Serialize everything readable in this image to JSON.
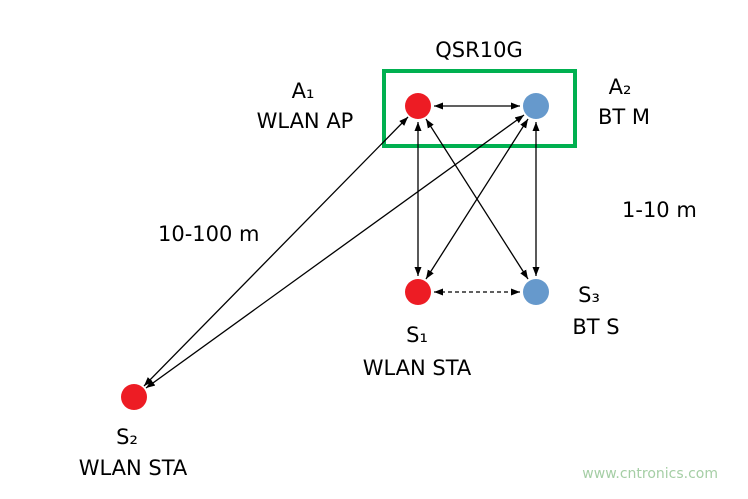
{
  "diagram": {
    "group_label": "QSR10G",
    "nodes": {
      "a1": {
        "name": "A₁",
        "role": "WLAN AP",
        "kind": "wlan-access-point"
      },
      "a2": {
        "name": "A₂",
        "role": "BT M",
        "kind": "bluetooth-master"
      },
      "s1": {
        "name": "S₁",
        "role": "WLAN STA",
        "kind": "wlan-station"
      },
      "s2": {
        "name": "S₂",
        "role": "WLAN STA",
        "kind": "wlan-station"
      },
      "s3": {
        "name": "S₃",
        "role": "BT S",
        "kind": "bluetooth-slave"
      }
    },
    "distance_labels": {
      "long": "10-100 m",
      "short": "1-10 m"
    },
    "edges": [
      {
        "from": "A₁",
        "to": "A₂",
        "style": "solid",
        "bidirectional": true
      },
      {
        "from": "A₁",
        "to": "S₁",
        "style": "solid",
        "bidirectional": true
      },
      {
        "from": "A₁",
        "to": "S₃",
        "style": "solid",
        "bidirectional": true
      },
      {
        "from": "A₂",
        "to": "S₁",
        "style": "solid",
        "bidirectional": true
      },
      {
        "from": "A₂",
        "to": "S₃",
        "style": "solid",
        "bidirectional": true,
        "label": "1-10 m"
      },
      {
        "from": "S₁",
        "to": "S₃",
        "style": "dashed",
        "bidirectional": true
      },
      {
        "from": "S₂",
        "to": "A₁",
        "style": "solid",
        "bidirectional": true,
        "label": "10-100 m"
      },
      {
        "from": "S₂",
        "to": "A₂",
        "style": "solid",
        "bidirectional": true
      }
    ],
    "colors": {
      "wlan_node": "#ed1c24",
      "bt_node": "#6699cc",
      "group_box": "#00b050",
      "edge": "#000000",
      "watermark": "#a5cea5"
    }
  },
  "watermark": "www.cntronics.com"
}
